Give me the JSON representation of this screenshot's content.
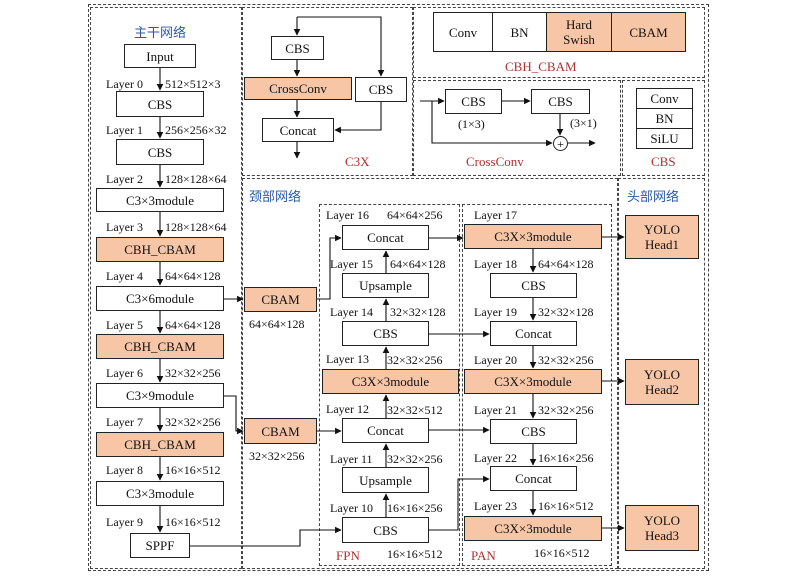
{
  "titles": {
    "backbone": "主干网络",
    "neck": "颈部网络",
    "head": "头部网络",
    "c3x": "C3X",
    "crossconv": "CrossConv",
    "cbh_cbam": "CBH_CBAM",
    "cbs": "CBS",
    "fpn": "FPN",
    "pan": "PAN"
  },
  "backbone": {
    "input": "Input",
    "layers": [
      {
        "layer": "Layer 0",
        "dims": "512×512×3",
        "block": "CBS"
      },
      {
        "layer": "Layer 1",
        "dims": "256×256×32",
        "block": "CBS"
      },
      {
        "layer": "Layer 2",
        "dims": "128×128×64",
        "block": "C3×3module"
      },
      {
        "layer": "Layer 3",
        "dims": "128×128×64",
        "block": "CBH_CBAM"
      },
      {
        "layer": "Layer 4",
        "dims": "64×64×128",
        "block": "C3×6module"
      },
      {
        "layer": "Layer 5",
        "dims": "64×64×128",
        "block": "CBH_CBAM"
      },
      {
        "layer": "Layer 6",
        "dims": "32×32×256",
        "block": "C3×9module"
      },
      {
        "layer": "Layer 7",
        "dims": "32×32×256",
        "block": "CBH_CBAM"
      },
      {
        "layer": "Layer 8",
        "dims": "16×16×512",
        "block": "C3×3module"
      },
      {
        "layer": "Layer 9",
        "dims": "16×16×512",
        "block": "SPPF"
      }
    ]
  },
  "neck_cbam": [
    {
      "block": "CBAM",
      "dims": "64×64×128"
    },
    {
      "block": "CBAM",
      "dims": "32×32×256"
    }
  ],
  "fpn": {
    "layers": [
      {
        "layer": "Layer 16",
        "dims": "64×64×256",
        "block": "Concat"
      },
      {
        "layer": "Layer 15",
        "dims": "64×64×128",
        "block": "Upsample"
      },
      {
        "layer": "Layer 14",
        "dims": "32×32×128",
        "block": "CBS"
      },
      {
        "layer": "Layer 13",
        "dims": "32×32×256",
        "block": "C3X×3module"
      },
      {
        "layer": "Layer 12",
        "dims": "32×32×512",
        "block": "Concat"
      },
      {
        "layer": "Layer 11",
        "dims": "32×32×256",
        "block": "Upsample"
      },
      {
        "layer": "Layer 10",
        "dims": "16×16×256",
        "block": "CBS"
      }
    ],
    "bottom_dims": "16×16×512"
  },
  "pan": {
    "layers": [
      {
        "layer": "Layer 17",
        "dims": "",
        "block": "C3X×3module"
      },
      {
        "layer": "Layer 18",
        "dims": "64×64×128",
        "block": "CBS"
      },
      {
        "layer": "Layer 19",
        "dims": "32×32×128",
        "block": "Concat"
      },
      {
        "layer": "Layer 20",
        "dims": "32×32×256",
        "block": "C3X×3module"
      },
      {
        "layer": "Layer 21",
        "dims": "32×32×256",
        "block": "CBS"
      },
      {
        "layer": "Layer 22",
        "dims": "16×16×256",
        "block": "Concat"
      },
      {
        "layer": "Layer 23",
        "dims": "16×16×512",
        "block": "C3X×3module"
      }
    ],
    "bottom_dims": "16×16×512"
  },
  "heads": [
    "YOLO Head1",
    "YOLO Head2",
    "YOLO Head3"
  ],
  "c3x_panel": {
    "cbs_top": "CBS",
    "crossconv": "CrossConv",
    "cbs_right": "CBS",
    "concat": "Concat"
  },
  "crossconv_panel": {
    "cbs1": "CBS",
    "cbs2": "CBS",
    "k1": "(1×3)",
    "k2": "(3×1)",
    "plus": "+"
  },
  "cbh_cbam_panel": {
    "conv": "Conv",
    "bn": "BN",
    "hardswish": "Hard Swish",
    "cbam": "CBAM"
  },
  "cbs_panel": {
    "conv": "Conv",
    "bn": "BN",
    "silu": "SiLU"
  },
  "colors": {
    "highlight": "#f7c6a6",
    "red_title": "#b03030",
    "blue_title": "#2a5aa8"
  }
}
